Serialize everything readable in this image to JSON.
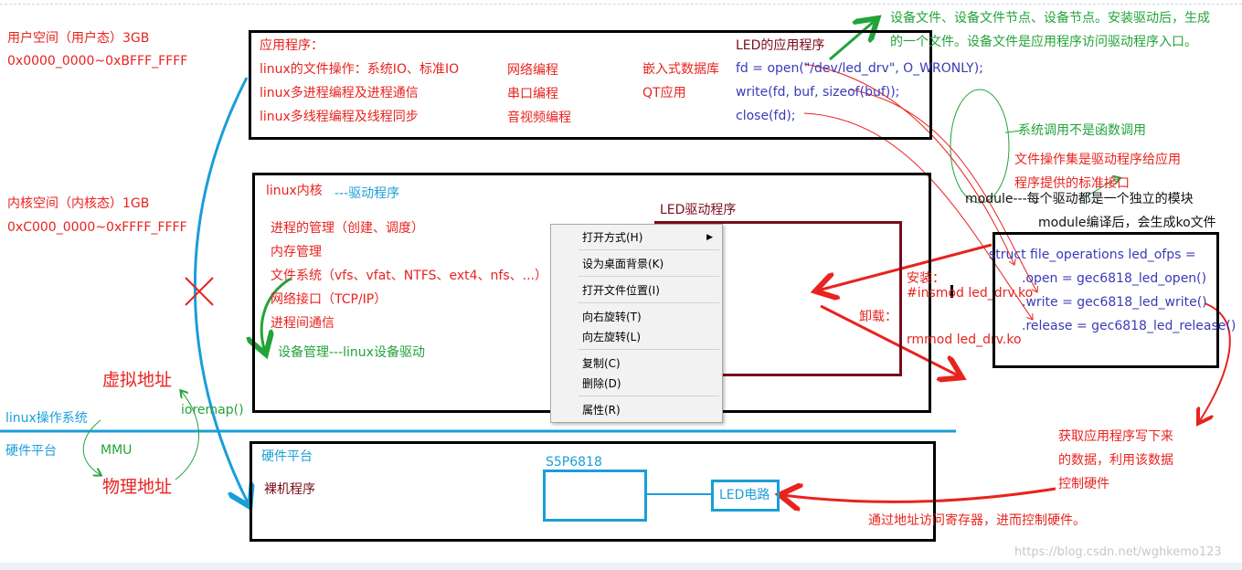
{
  "left": {
    "user_space": "用户空间（用户态）3GB",
    "user_range": "0x0000_0000~0xBFFF_FFFF",
    "kernel_space": "内核空间（内核态）1GB",
    "kernel_range": "0xC000_0000~0xFFFF_FFFF",
    "virtual_addr": "虚拟地址",
    "ioremap": "ioremap()",
    "linux_os": "linux操作系统",
    "hw_platform": "硬件平台",
    "mmu": "MMU",
    "physical_addr": "物理地址"
  },
  "app_box": {
    "title": "应用程序：",
    "col1": [
      "linux的文件操作：系统IO、标准IO",
      "linux多进程编程及进程通信",
      "linux多线程编程及线程同步"
    ],
    "col2": [
      "网络编程",
      "串口编程",
      "音视频编程"
    ],
    "col3": [
      "嵌入式数据库",
      "QT应用"
    ],
    "led_app_title": "LED的应用程序",
    "code": [
      "fd = open(\"/dev/led_drv\", O_WRONLY);",
      "write(fd, buf, sizeof(buf));",
      "close(fd);"
    ]
  },
  "kernel_box": {
    "title": "linux内核",
    "driver_tag": "---驱动程序",
    "items": [
      "进程的管理（创建、调度）",
      "内存管理",
      "文件系统（vfs、vfat、NTFS、ext4、nfs、...）",
      "网络接口（TCP/IP）",
      "进程间通信"
    ],
    "device_mgmt": "设备管理---linux设备驱动",
    "led_driver_title": "LED驱动程序",
    "install_label": "安装：",
    "install_cmd": "#insmod led_drv.ko",
    "uninstall_label": "卸载：",
    "uninstall_cmd": "rmmod led_drv.ko"
  },
  "context_menu": {
    "items": [
      "打开方式(H)",
      "设为桌面背景(K)",
      "打开文件位置(I)",
      "向右旋转(T)",
      "向左旋转(L)",
      "复制(C)",
      "删除(D)",
      "属性(R)"
    ],
    "submenu_arrow": "▶"
  },
  "right": {
    "device_file_note_1": "设备文件、设备文件节点、设备节点。安装驱动后，生成",
    "device_file_note_2": "的一个文件。设备文件是应用程序访问驱动程序入口。",
    "syscall_note": "系统调用不是函数调用",
    "fops_note_1": "文件操作集是驱动程序给应用",
    "fops_note_2": "程序提供的标准接口",
    "module_note_1": "module---每个驱动都是一个独立的模块",
    "module_note_2": "module编译后，会生成ko文件",
    "fops_code": [
      "struct file_operations led_ofps =",
      ".open = gec6818_led_open()",
      ".write = gec6818_led_write()",
      ".release = gec6818_led_release()"
    ],
    "get_data_note": [
      "获取应用程序写下来",
      "的数据，利用该数据",
      "控制硬件"
    ]
  },
  "hw_box": {
    "title": "硬件平台",
    "bare_metal": "裸机程序",
    "soc": "S5P6818",
    "led_circuit": "LED电路",
    "register_note": "通过地址访问寄存器，进而控制硬件。"
  },
  "watermark": "https://blog.csdn.net/wghkemo123"
}
